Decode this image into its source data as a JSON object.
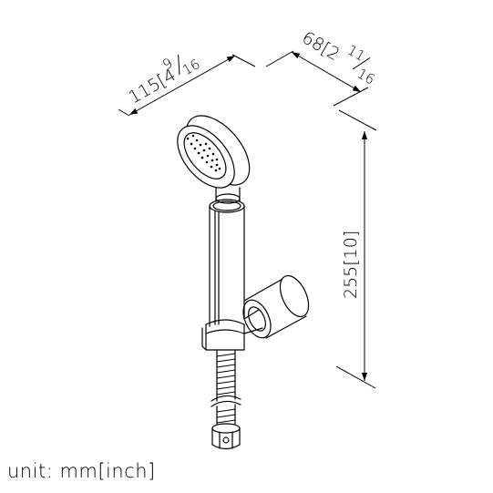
{
  "dimensions": {
    "head_width": {
      "prefix": "115[4",
      "numerator": "9",
      "denominator": "16",
      "suffix": ""
    },
    "holder_depth": {
      "prefix": "68[2",
      "numerator": "11",
      "denominator": "16",
      "suffix": ""
    },
    "height": {
      "text": "255[10]"
    }
  },
  "unit_label": "unit: mm[inch]"
}
